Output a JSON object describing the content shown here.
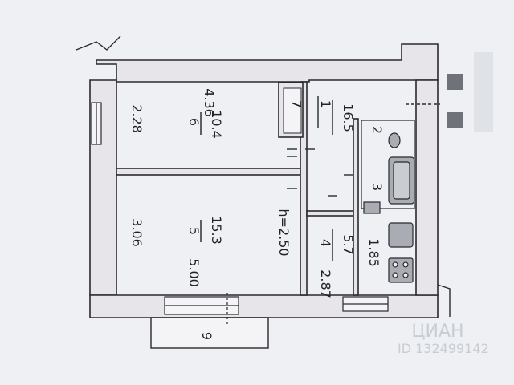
{
  "rooms": [
    {
      "id": "6",
      "number": "6",
      "area": "10.4"
    },
    {
      "id": "5",
      "number": "5",
      "area": "15.3"
    },
    {
      "id": "1",
      "number": "1",
      "area": "16.5"
    },
    {
      "id": "4",
      "number": "4",
      "area": "5.7"
    },
    {
      "id": "3",
      "number": "3",
      "area": ""
    },
    {
      "id": "2",
      "number": "2",
      "area": ""
    },
    {
      "id": "7",
      "number": "7",
      "area": ""
    }
  ],
  "dimensions": {
    "room6_width": "4.36",
    "room6_height": "2.28",
    "room5_height": "3.06",
    "room5_width": "5.00",
    "ceiling": "h=2.50",
    "room4_a": "1.85",
    "room4_b": "2.87"
  },
  "balcony": {
    "label": "9"
  },
  "watermark": {
    "line1": "ЦИАН",
    "line2": "ID 132499142"
  },
  "colors": {
    "wall_fill": "#e7e4ea",
    "wall_stroke": "#2a2a2e",
    "paper": "#eef0f3",
    "fixture": "#a9adb3"
  }
}
